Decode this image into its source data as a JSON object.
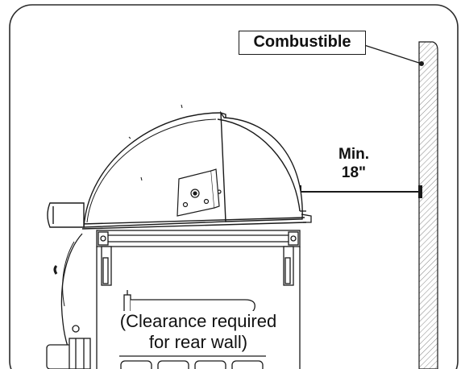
{
  "combustible_label": "Combustible",
  "dimension": {
    "line1": "Min.",
    "line2": "18\""
  },
  "caption": {
    "line1": "(Clearance required",
    "line2": "for rear wall)"
  },
  "colors": {
    "stroke": "#1a1a1a",
    "frame": "#2b2b2b",
    "background": "#ffffff"
  }
}
